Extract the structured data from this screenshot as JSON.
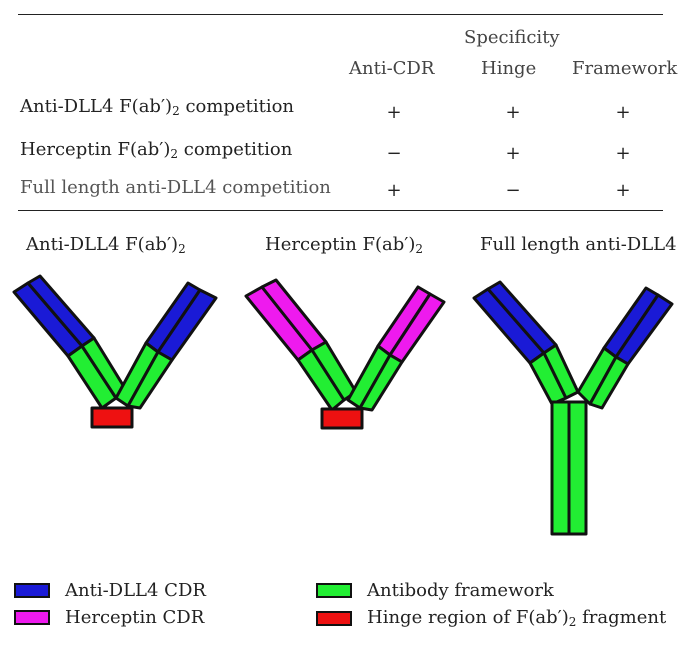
{
  "table": {
    "group_header": "Specificity",
    "columns": [
      "Anti-CDR",
      "Hinge",
      "Framework"
    ],
    "rows": [
      {
        "label_prefix": "Anti-DLL4 F(ab",
        "label_prime": "′",
        "label_paren": ")",
        "label_sub": "2",
        "label_suffix": " competition",
        "values": [
          "+",
          "+",
          "+"
        ]
      },
      {
        "label_prefix": "Herceptin F(ab",
        "label_prime": "′",
        "label_paren": ")",
        "label_sub": "2",
        "label_suffix": " competition",
        "values": [
          "−",
          "+",
          "+"
        ]
      },
      {
        "label": "Full length anti-DLL4 competition",
        "values": [
          "+",
          "−",
          "+"
        ]
      }
    ]
  },
  "diagrams": [
    {
      "title_prefix": "Anti-DLL4 F(ab",
      "title_prime": "′",
      "title_paren": ")",
      "title_sub": "2"
    },
    {
      "title_prefix": "Herceptin F(ab",
      "title_prime": "′",
      "title_paren": ")",
      "title_sub": "2"
    },
    {
      "title": "Full length anti-DLL4"
    }
  ],
  "colors": {
    "anti_dll4_cdr": "#1a1ad6",
    "herceptin_cdr": "#ee1aee",
    "framework": "#22ee33",
    "hinge": "#ee1111",
    "outline": "#111111"
  },
  "legend": {
    "anti_dll4_cdr": "Anti-DLL4 CDR",
    "herceptin_cdr": "Herceptin CDR",
    "framework": "Antibody framework",
    "hinge_prefix": "Hinge region of F(ab",
    "hinge_prime": "′",
    "hinge_paren": ")",
    "hinge_sub": "2",
    "hinge_suffix": " fragment"
  }
}
